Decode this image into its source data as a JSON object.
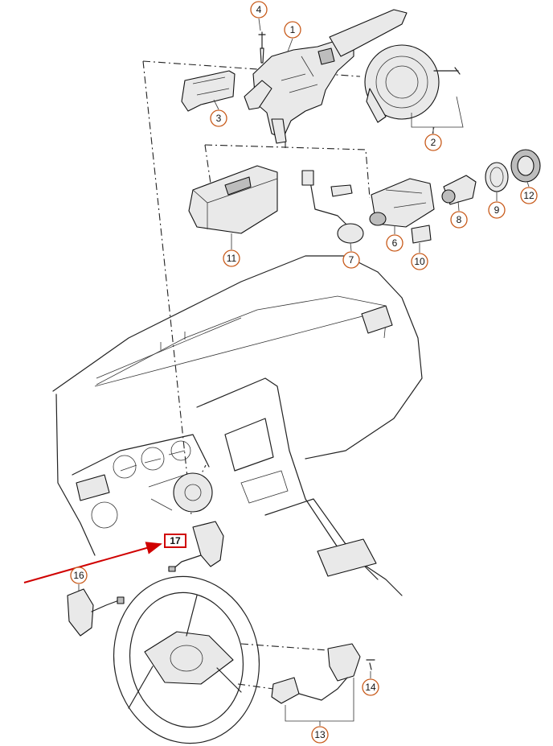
{
  "diagram": {
    "accent_callout_color": "#c85a1a",
    "highlight_color": "#d00000",
    "callouts": [
      {
        "id": "c1",
        "label": "1"
      },
      {
        "id": "c2",
        "label": "2"
      },
      {
        "id": "c3",
        "label": "3"
      },
      {
        "id": "c4",
        "label": "4"
      },
      {
        "id": "c6",
        "label": "6"
      },
      {
        "id": "c7",
        "label": "7"
      },
      {
        "id": "c8",
        "label": "8"
      },
      {
        "id": "c9",
        "label": "9"
      },
      {
        "id": "c10",
        "label": "10"
      },
      {
        "id": "c11",
        "label": "11"
      },
      {
        "id": "c12",
        "label": "12"
      },
      {
        "id": "c13",
        "label": "13"
      },
      {
        "id": "c14",
        "label": "14"
      },
      {
        "id": "c16",
        "label": "16"
      }
    ],
    "highlighted_callout": {
      "label": "17"
    }
  }
}
